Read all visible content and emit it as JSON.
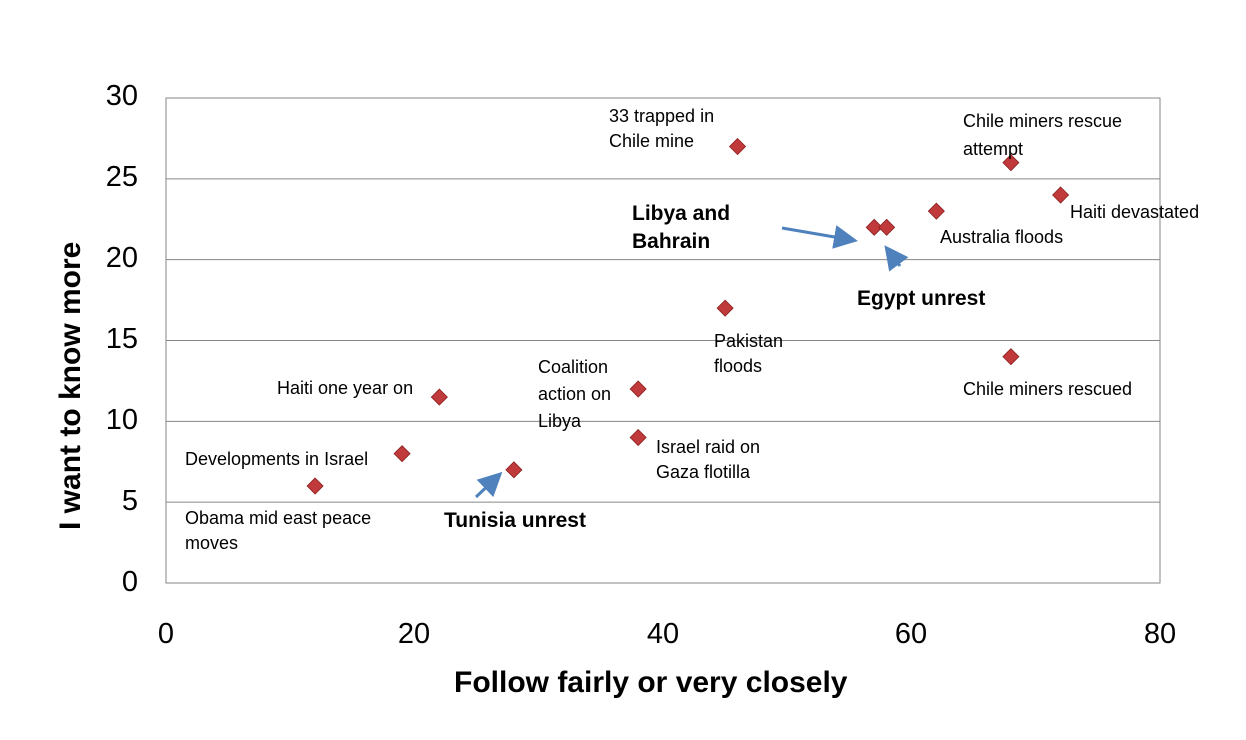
{
  "chart_data": {
    "type": "scatter",
    "xlabel": "Follow fairly or very closely",
    "ylabel": "I want to know more",
    "xlim": [
      0,
      80
    ],
    "ylim": [
      0,
      30
    ],
    "xticks": [
      "0",
      "20",
      "40",
      "60",
      "80"
    ],
    "yticks": [
      "0",
      "5",
      "10",
      "15",
      "20",
      "25",
      "30"
    ],
    "grid": "horizontal",
    "marker_color": "#C0393B",
    "arrow_color": "#4F81BD",
    "points": [
      {
        "x": 46,
        "y": 27,
        "label": "33 trapped in\nChile mine"
      },
      {
        "x": 68,
        "y": 26,
        "label": "Chile miners rescue\nattempt"
      },
      {
        "x": 72,
        "y": 24,
        "label": "Haiti devastated"
      },
      {
        "x": 62,
        "y": 23,
        "label": "Australia floods"
      },
      {
        "x": 57,
        "y": 22,
        "label": "Libya and\nBahrain"
      },
      {
        "x": 58,
        "y": 22,
        "label": "Egypt unrest"
      },
      {
        "x": 45,
        "y": 17,
        "label": "Pakistan\nfloods"
      },
      {
        "x": 68,
        "y": 14,
        "label": "Chile miners rescued"
      },
      {
        "x": 38,
        "y": 12,
        "label": "Coalition\naction on\nLibya"
      },
      {
        "x": 22,
        "y": 11.5,
        "label": "Haiti one year on"
      },
      {
        "x": 38,
        "y": 9,
        "label": "Israel raid on\nGaza flotilla"
      },
      {
        "x": 19,
        "y": 8,
        "label": "Developments in Israel"
      },
      {
        "x": 28,
        "y": 7,
        "label": "Tunisia unrest"
      },
      {
        "x": 12,
        "y": 6,
        "label": "Obama mid east peace\nmoves"
      }
    ]
  }
}
